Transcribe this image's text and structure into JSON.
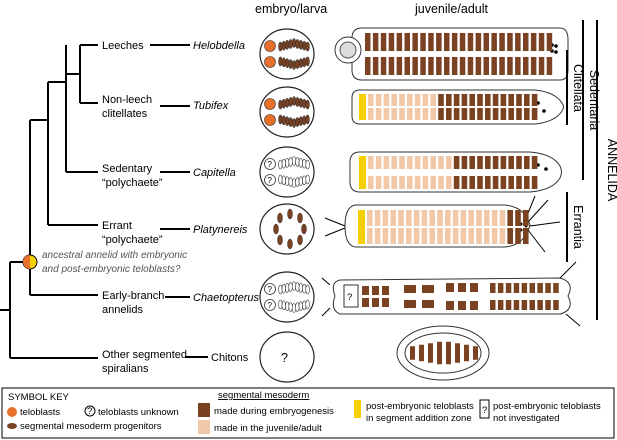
{
  "headers": {
    "embryo": "embryo/larva",
    "adult": "juvenile/adult"
  },
  "taxa": [
    {
      "group": [
        "Leeches"
      ],
      "genus": "Helobdella"
    },
    {
      "group": [
        "Non-leech",
        "clitellates"
      ],
      "genus": "Tubifex"
    },
    {
      "group": [
        "Sedentary",
        "“polychaete”"
      ],
      "genus": "Capitella"
    },
    {
      "group": [
        "Errant",
        "“polychaete”"
      ],
      "genus": "Platynereis"
    },
    {
      "group": [
        "Early-branch",
        "annelids"
      ],
      "genus": "Chaetopterus"
    },
    {
      "group": [
        "Other segmented",
        "spiralians"
      ],
      "genus": "Chitons"
    }
  ],
  "ancestral_note": [
    "ancestral annelid with embryonic",
    "and post-embryonic teloblasts?"
  ],
  "question_mark": "?",
  "clades": {
    "annelida": "ANNELIDA",
    "sedentaria": "Sedentaria",
    "clitellata": "Clitellata",
    "errantia": "Errantia"
  },
  "key": {
    "title": "SYMBOL KEY",
    "teloblasts": "teloblasts",
    "teloblasts_unknown": "teloblasts unknown",
    "progenitors": "segmental mesoderm progenitors",
    "mesoderm_header": "segmental mesoderm",
    "embryo_made": "made during embryogenesis",
    "juvenile_made": "made in the juvenile/adult",
    "post_teloblasts": [
      "post-embryonic teloblasts",
      "in segment addition zone"
    ],
    "post_not_investigated": [
      "post-embryonic teloblasts",
      "not investigated"
    ]
  },
  "colors": {
    "embryonic_mesoderm": "#7a4220",
    "juvenile_mesoderm": "#f2c9a8",
    "teloblast": "#e8702a",
    "post_teloblast": "#f5d000"
  }
}
